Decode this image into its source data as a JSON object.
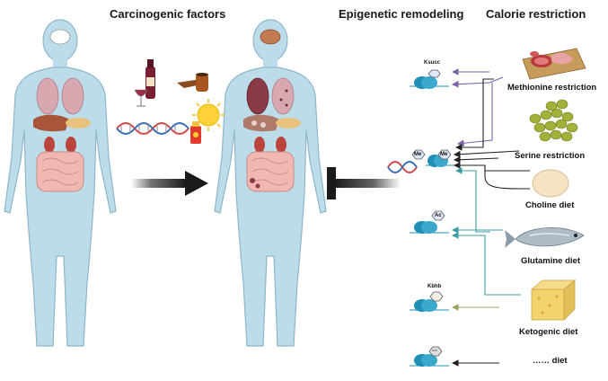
{
  "headers": {
    "carcinogenic": "Carcinogenic factors",
    "epigenetic": "Epigenetic remodeling",
    "calorie": "Calorie restriction"
  },
  "diets": [
    {
      "label": "Methionine restriction",
      "icon": "ham-icon"
    },
    {
      "label": "Serine restriction",
      "icon": "beans-icon"
    },
    {
      "label": "Choline diet",
      "icon": "egg-icon"
    },
    {
      "label": "Glutamine diet",
      "icon": "fish-icon"
    },
    {
      "label": "Ketogenic diet",
      "icon": "cheese-icon"
    },
    {
      "label": "…… diet",
      "icon": ""
    }
  ],
  "marks": {
    "ksucc": "Ksucc",
    "me1": "Me",
    "me2": "Me",
    "ac": "Ac",
    "kbhb": "Kbhb",
    "unknown": "⋯"
  },
  "colors": {
    "body": "#bcdce9",
    "body_outline": "#8fb6c8",
    "histone": "#1f8fb5",
    "purple_arrow": "#7a64a8",
    "teal_arrow": "#3c9ea5",
    "olive_arrow": "#9aa45a",
    "black_arrow": "#222222"
  }
}
